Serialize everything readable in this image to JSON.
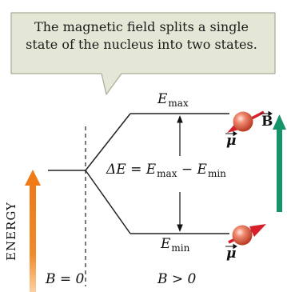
{
  "callout": {
    "line1": "The magnetic field splits a single",
    "line2": "state of the nucleus into two states."
  },
  "labels": {
    "e_max_sym": "E",
    "e_max_sub": "max",
    "e_min_sym": "E",
    "e_min_sub": "min",
    "delta_e": "ΔE = E",
    "delta_max_sub": "max",
    "delta_minus": " − E",
    "delta_min_sub": "min",
    "b_vector": "B",
    "mu_top": "μ",
    "mu_bottom": "μ",
    "energy_axis": "ENERGY",
    "b_zero": "B = 0",
    "b_positive": "B > 0"
  },
  "colors": {
    "callout_fill": "#e4e7d6",
    "callout_border": "#a8ab98",
    "energy_arrow": "#f07f1e",
    "b_arrow": "#16936b",
    "mu_arrow": "#d61f2a",
    "nucleus": "#e66a50"
  }
}
